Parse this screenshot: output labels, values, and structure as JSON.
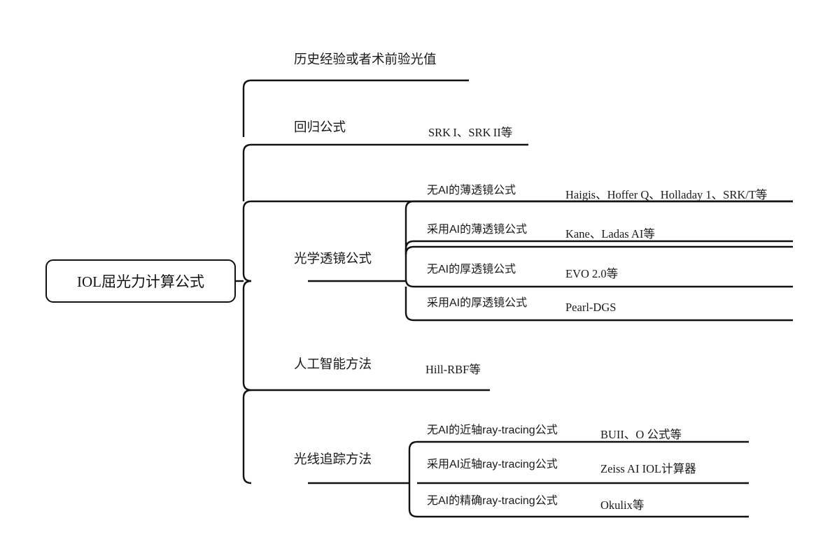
{
  "diagram": {
    "title": "IOL屈光力计算公式",
    "root": {
      "label": "IOL屈光力计算公式"
    },
    "branches": [
      {
        "id": "history",
        "label": "历史经验或者术前验光值",
        "leaf": "",
        "children": []
      },
      {
        "id": "regression",
        "label": "回归公式",
        "leaf": "SRK I、SRK II等",
        "children": []
      },
      {
        "id": "optical",
        "label": "光学透镜公式",
        "leaf": "",
        "children": [
          {
            "label": "无AI的薄透镜公式",
            "value": "Haigis、Hoffer Q、Holladay 1、SRK/T等"
          },
          {
            "label": "采用AI的薄透镜公式",
            "value": "Kane、Ladas AI等"
          },
          {
            "label": "无AI的厚透镜公式",
            "value": "EVO 2.0等"
          },
          {
            "label": "采用AI的厚透镜公式",
            "value": "Pearl-DGS"
          }
        ]
      },
      {
        "id": "ai",
        "label": "人工智能方法",
        "leaf": "Hill-RBF等",
        "children": []
      },
      {
        "id": "raytracing",
        "label": "光线追踪方法",
        "leaf": "",
        "children": [
          {
            "label": "无AI的近轴ray-tracing公式",
            "value": "BUII、O 公式等"
          },
          {
            "label": "采用AI近轴ray-tracing公式",
            "value": "Zeiss AI IOL计算器"
          },
          {
            "label": "无AI的精确ray-tracing公式",
            "value": "Okulix等"
          }
        ]
      }
    ],
    "colors": {
      "stroke": "#111111",
      "text": "#1a1a1a",
      "background": "#ffffff"
    }
  }
}
